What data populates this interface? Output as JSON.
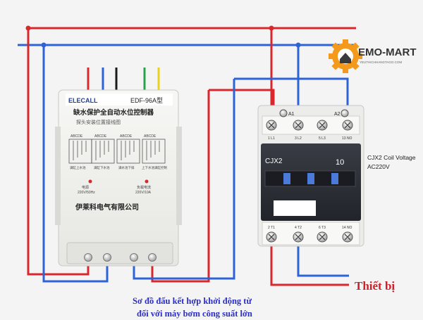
{
  "logo": {
    "brand": "EMO-MART",
    "tagline": "YEUTHICHHANGTAGO.COM"
  },
  "controller": {
    "brand": "ELECALL",
    "model": "EDF-96A型",
    "title_cn": "缺水保护全自动水位控制器",
    "subtitle_cn": "探头安装位置接线图",
    "diagram_captions": [
      "满缸上水池",
      "满缸下水池",
      "满水池下排",
      "上下水池满缸控制"
    ],
    "power_left_label": "电源",
    "power_left_voltage": "220V/50Hz",
    "power_right_label": "负载电流",
    "power_right_voltage": "220V/10A",
    "maker_cn": "伊莱科电气有限公司",
    "probe_labels": [
      "ABCDE",
      "ABCDE",
      "ABCDE",
      "ABCDE"
    ]
  },
  "contactor": {
    "model": "CJX2",
    "current": "10",
    "coil_label": "CJX2 Coil Voltage",
    "coil_voltage": "AC220V",
    "top_terminals": [
      "1 L1",
      "3 L2",
      "5 L3",
      "13 NO"
    ],
    "bottom_terminals": [
      "2 T1",
      "4 T2",
      "6 T3",
      "14 NO"
    ],
    "coil_terminals": [
      "A1",
      "A2"
    ]
  },
  "labels": {
    "device": "Thiết bị",
    "caption_line1": "Sơ đồ đấu kết hợp khởi động từ",
    "caption_line2": "đối với máy bơm công suất lớn"
  },
  "colors": {
    "wire_red": "#d8282d",
    "wire_blue": "#2d63d6",
    "caption_blue": "#2b2fc4",
    "device_red": "#cf1f2a",
    "logo_orange": "#f39a1d"
  },
  "icons": [
    "gear-icon",
    "house-icon"
  ]
}
